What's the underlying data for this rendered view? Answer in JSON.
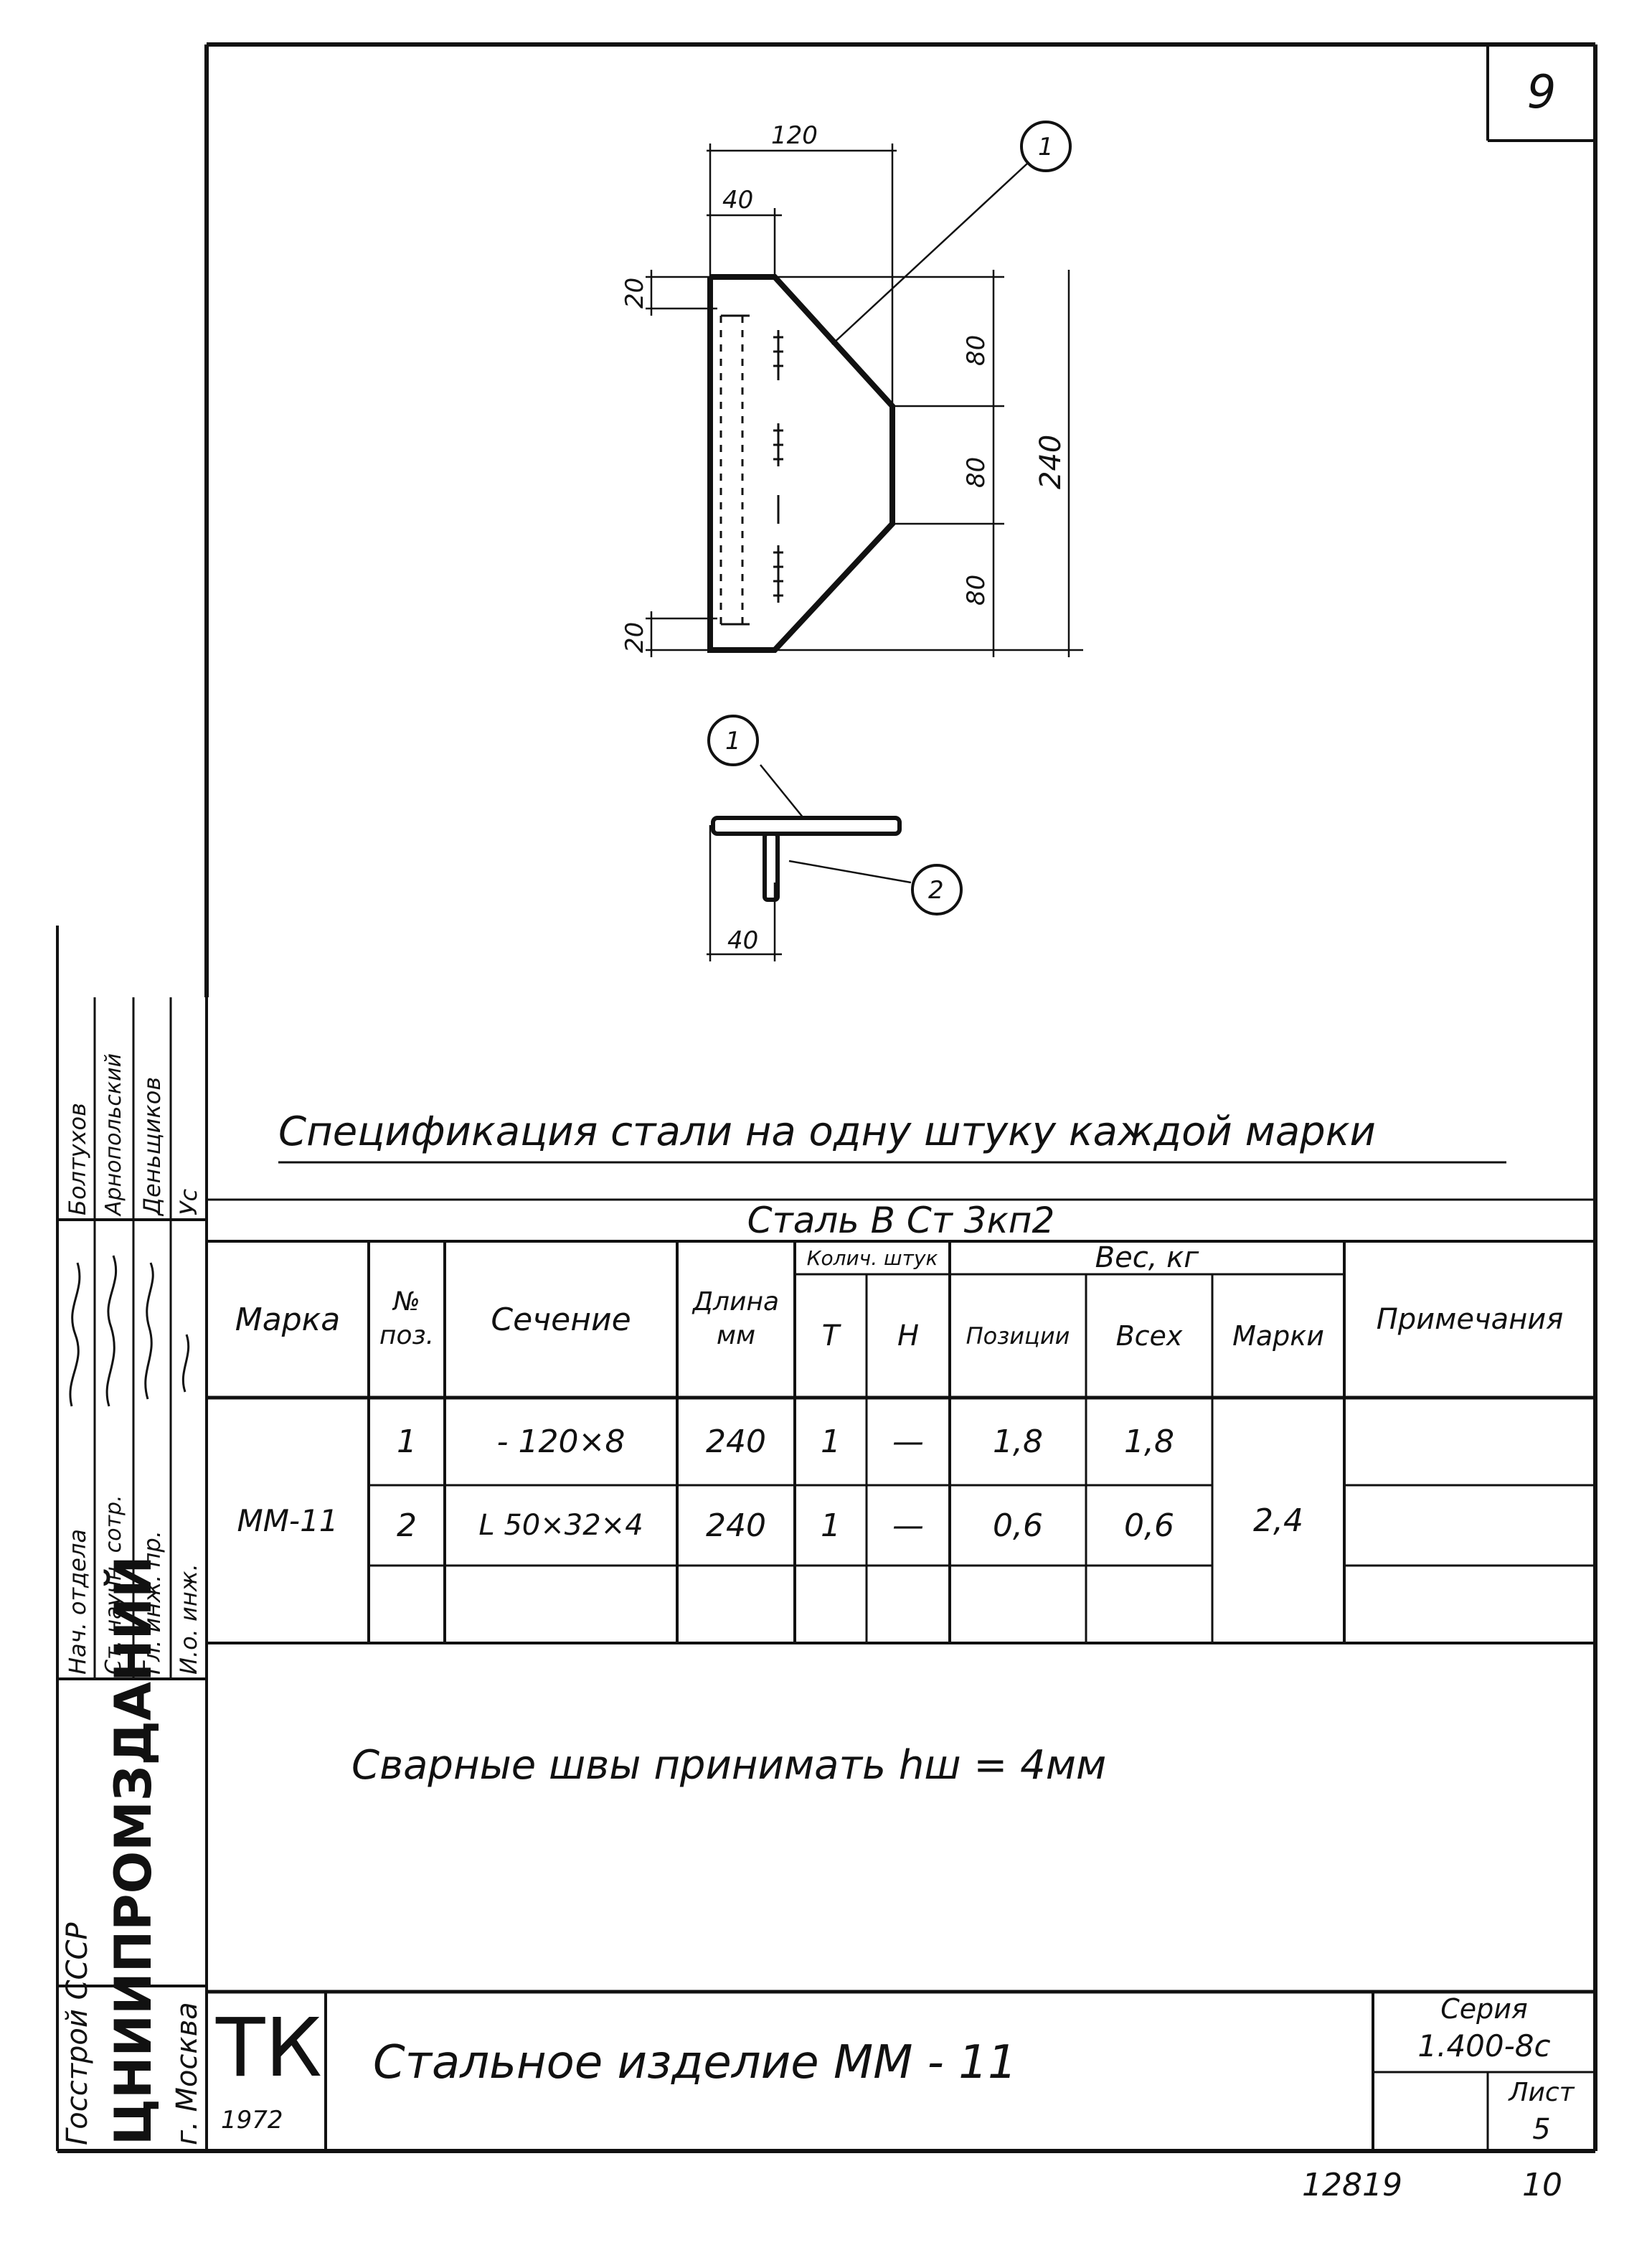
{
  "sheet_corner_number": "9",
  "drawing": {
    "dims": {
      "top_120": "120",
      "top_40": "40",
      "left_20_top": "20",
      "left_20_bottom": "20",
      "right_80_a": "80",
      "right_80_b": "80",
      "right_80_c": "80",
      "right_240": "240",
      "section_40": "40"
    },
    "callouts": {
      "plan_pos1": "1",
      "section_pos1": "1",
      "section_pos2": "2"
    }
  },
  "spec_title": "Спецификация стали на одну штуку каждой марки",
  "steel_grade": "Сталь В Ст 3кп2",
  "table": {
    "headers": {
      "marka": "Марка",
      "pos": "№ поз.",
      "section": "Сечение",
      "length": "Длина мм",
      "qty_group": "Колич. штук",
      "qty_t": "Т",
      "qty_n": "Н",
      "weight_group": "Вес, кг",
      "w_pos": "Позиции",
      "w_all": "Всех",
      "w_mark": "Марки",
      "notes": "Примечания"
    },
    "marka_value": "ММ-11",
    "mark_weight": "2,4",
    "rows": [
      {
        "pos": "1",
        "section": "- 120×8",
        "length": "240",
        "t": "1",
        "n": "—",
        "w_pos": "1,8",
        "w_all": "1,8"
      },
      {
        "pos": "2",
        "section": "L 50×32×4",
        "length": "240",
        "t": "1",
        "n": "—",
        "w_pos": "0,6",
        "w_all": "0,6"
      }
    ]
  },
  "weld_note": "Сварные швы принимать hш = 4мм",
  "stamp": {
    "tk": "ТК",
    "year": "1972",
    "title": "Стальное изделие ММ - 11",
    "series_label": "Серия",
    "series_value": "1.400-8с",
    "sheet_label": "Лист",
    "sheet_value": "5"
  },
  "side_block": {
    "org_line1": "Госстрой СССР",
    "org_line2": "ЦНИИПРОМЗДАНИЙ",
    "org_line3": "г. Москва",
    "roles": [
      "Нач. отдела",
      "Ст. научн. сотр.",
      "Гл. инж. пр.",
      "И.о. инж."
    ],
    "surnames": [
      "Болтухов",
      "Арнопольский",
      "Деньщиков",
      "Ус"
    ]
  },
  "footer": {
    "left_number": "12819",
    "right_number": "10"
  }
}
